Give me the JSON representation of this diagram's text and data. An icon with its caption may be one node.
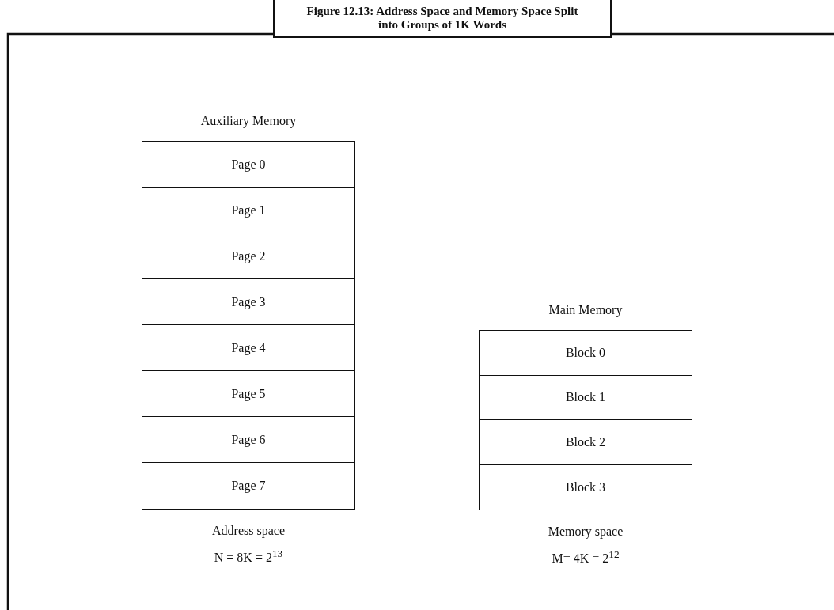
{
  "diagram": {
    "title": "Figure 12.13: Address Space and Memory Space Split into Groups of 1K Words",
    "nodes": [
      {
        "text": [
          "Auxiliary Memory"
        ],
        "beside": [
          "Address space",
          "N = 8K = 2$^{13}$"
        ]
      },
      {
        "text": [
          "Page 0"
        ],
        "in": 0
      },
      {
        "text": [
          "Page 1"
        ],
        "in": 0
      },
      {
        "text": [
          "Page 2"
        ],
        "in": 0
      },
      {
        "text": [
          "Page 3"
        ],
        "in": 0
      },
      {
        "text": [
          "Page 4"
        ],
        "in": 0
      },
      {
        "text": [
          "Page 5"
        ],
        "in": 0
      },
      {
        "text": [
          "Page 6"
        ],
        "in": 0
      },
      {
        "text": [
          "Page 7"
        ],
        "in": 0
      },
      {
        "text": [
          "Main Memory"
        ],
        "beside": [
          "Memory space",
          "M= 4K = 2$^{12}$"
        ]
      },
      {
        "text": [
          "Block 0"
        ],
        "in": 9
      },
      {
        "text": [
          "Block 1"
        ],
        "in": 9
      },
      {
        "text": [
          "Block 2"
        ],
        "in": 9
      },
      {
        "text": [
          "Block 3"
        ],
        "in": 9
      }
    ],
    "edges": []
  }
}
